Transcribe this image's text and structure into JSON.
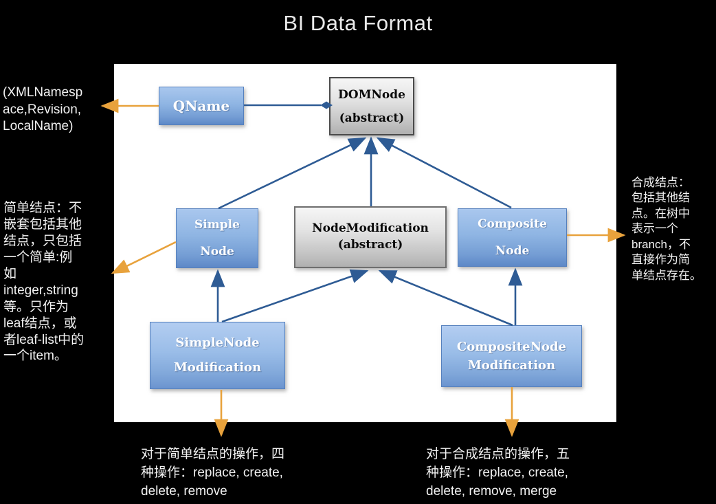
{
  "title": "BI Data Format",
  "colors": {
    "background": "#000000",
    "canvas": "#ffffff",
    "arrow_blue": "#2e5b94",
    "arrow_orange": "#e8a23c",
    "text_light": "#f2f2f2"
  },
  "nodes": {
    "qname": {
      "label": "QName"
    },
    "domnode": {
      "label": "DOMNode\n(abstract)"
    },
    "simple_node": {
      "label": "Simple\nNode"
    },
    "node_modification": {
      "label": "NodeModification\n(abstract)"
    },
    "composite_node": {
      "label": "Composite\nNode"
    },
    "simple_node_modification": {
      "label": "SimpleNode\nModification"
    },
    "composite_node_modification": {
      "label": "CompositeNode\nModification"
    }
  },
  "annotations": {
    "qname_note": "(XMLNamesp\nace,Revision,\nLocalName)",
    "simple_node_note": "简单结点：不\n嵌套包括其他\n结点，只包括\n一个简单:例\n如\ninteger,string\n等。只作为\nleaf结点，或\n者leaf-list中的\n一个item。",
    "composite_node_note": "合成结点：\n包括其他结\n点。在树中\n表示一个\nbranch，不\n直接作为简\n单结点存在。",
    "simple_modification_note": "对于简单结点的操作，四\n种操作：replace, create,\ndelete, remove",
    "composite_modification_note": "对于合成结点的操作，五\n种操作：replace, create,\ndelete, remove, merge"
  }
}
